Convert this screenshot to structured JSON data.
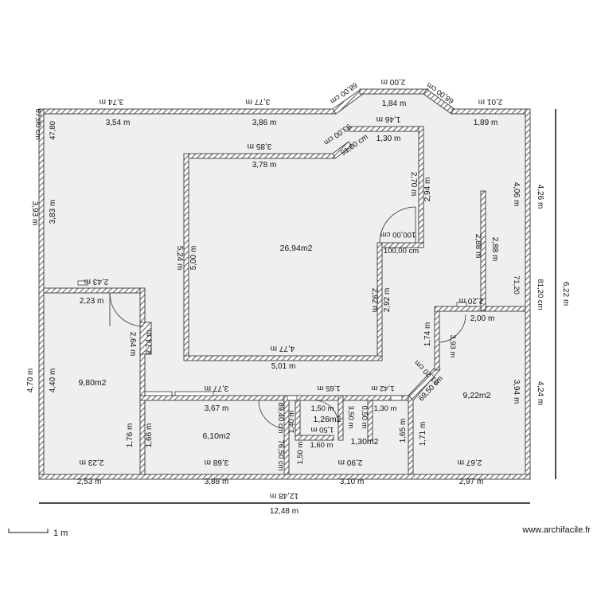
{
  "plan": {
    "areas": [
      "26,94m2",
      "9,80m2",
      "6,10m2",
      "1,26m2",
      "1,30m2",
      "9,22m2"
    ],
    "dims_outside": [
      "3,74 m",
      "3,77 m",
      "68,00 cm",
      "2,00 m",
      "68,00 cm",
      "2,01 m",
      "67,80 cm",
      "3,93 m",
      "4,70 m",
      "4,26 m",
      "81,20 cm",
      "2,23 m",
      "3,68 m",
      "2,90 m",
      "2,67 m",
      "12,48 m"
    ],
    "dims_inside": [
      "3,54 m",
      "3,86 m",
      "1,84 m",
      "1,89 m",
      "47,80",
      "3,83 m",
      "4,40 m",
      "4,06 m",
      "71,20",
      "2,53 m",
      "3,88 m",
      "3,10 m",
      "2,97 m",
      "6,22 m",
      "12,48 m"
    ],
    "dims_room": [
      "3,85 m",
      "3,78 m",
      "1,46 m",
      "1,30 m",
      "93,00 cm",
      "91,00 cm",
      "2,94 m",
      "2,70 m",
      "100,00 cm",
      "100,00 cm",
      "5,24 m",
      "5,00 m",
      "2,92 m",
      "2,92 m",
      "4,77 m",
      "5,01 m",
      "2,43 m",
      "2,23 m",
      "2,64 m",
      "2,74 m",
      "1,76 m",
      "1,66 m",
      "3,77 m",
      "3,67 m",
      "1,65 m",
      "1,50 m",
      "1,42 m",
      "1,30 m",
      "1,50 m",
      "1,60 m",
      "89,40 cm",
      "76,50 cm",
      "1,40 m",
      "1,50 m",
      "3,50 m",
      "0,50 m",
      "1,65 m",
      "1,71 m",
      "1,74 m",
      "3,93 m",
      "81,20 cm",
      "69,50 cm",
      "2,20 m",
      "2,00 m",
      "2,88 m",
      "2,88 m",
      "3,94 m",
      "4,24 m"
    ],
    "scale": "1 m",
    "watermark": "www.archifacile.fr"
  },
  "colors": {
    "wall": "#4a4a4a",
    "wall_fill": "#ffffff",
    "floor": "#efefef",
    "line": "#222222"
  }
}
